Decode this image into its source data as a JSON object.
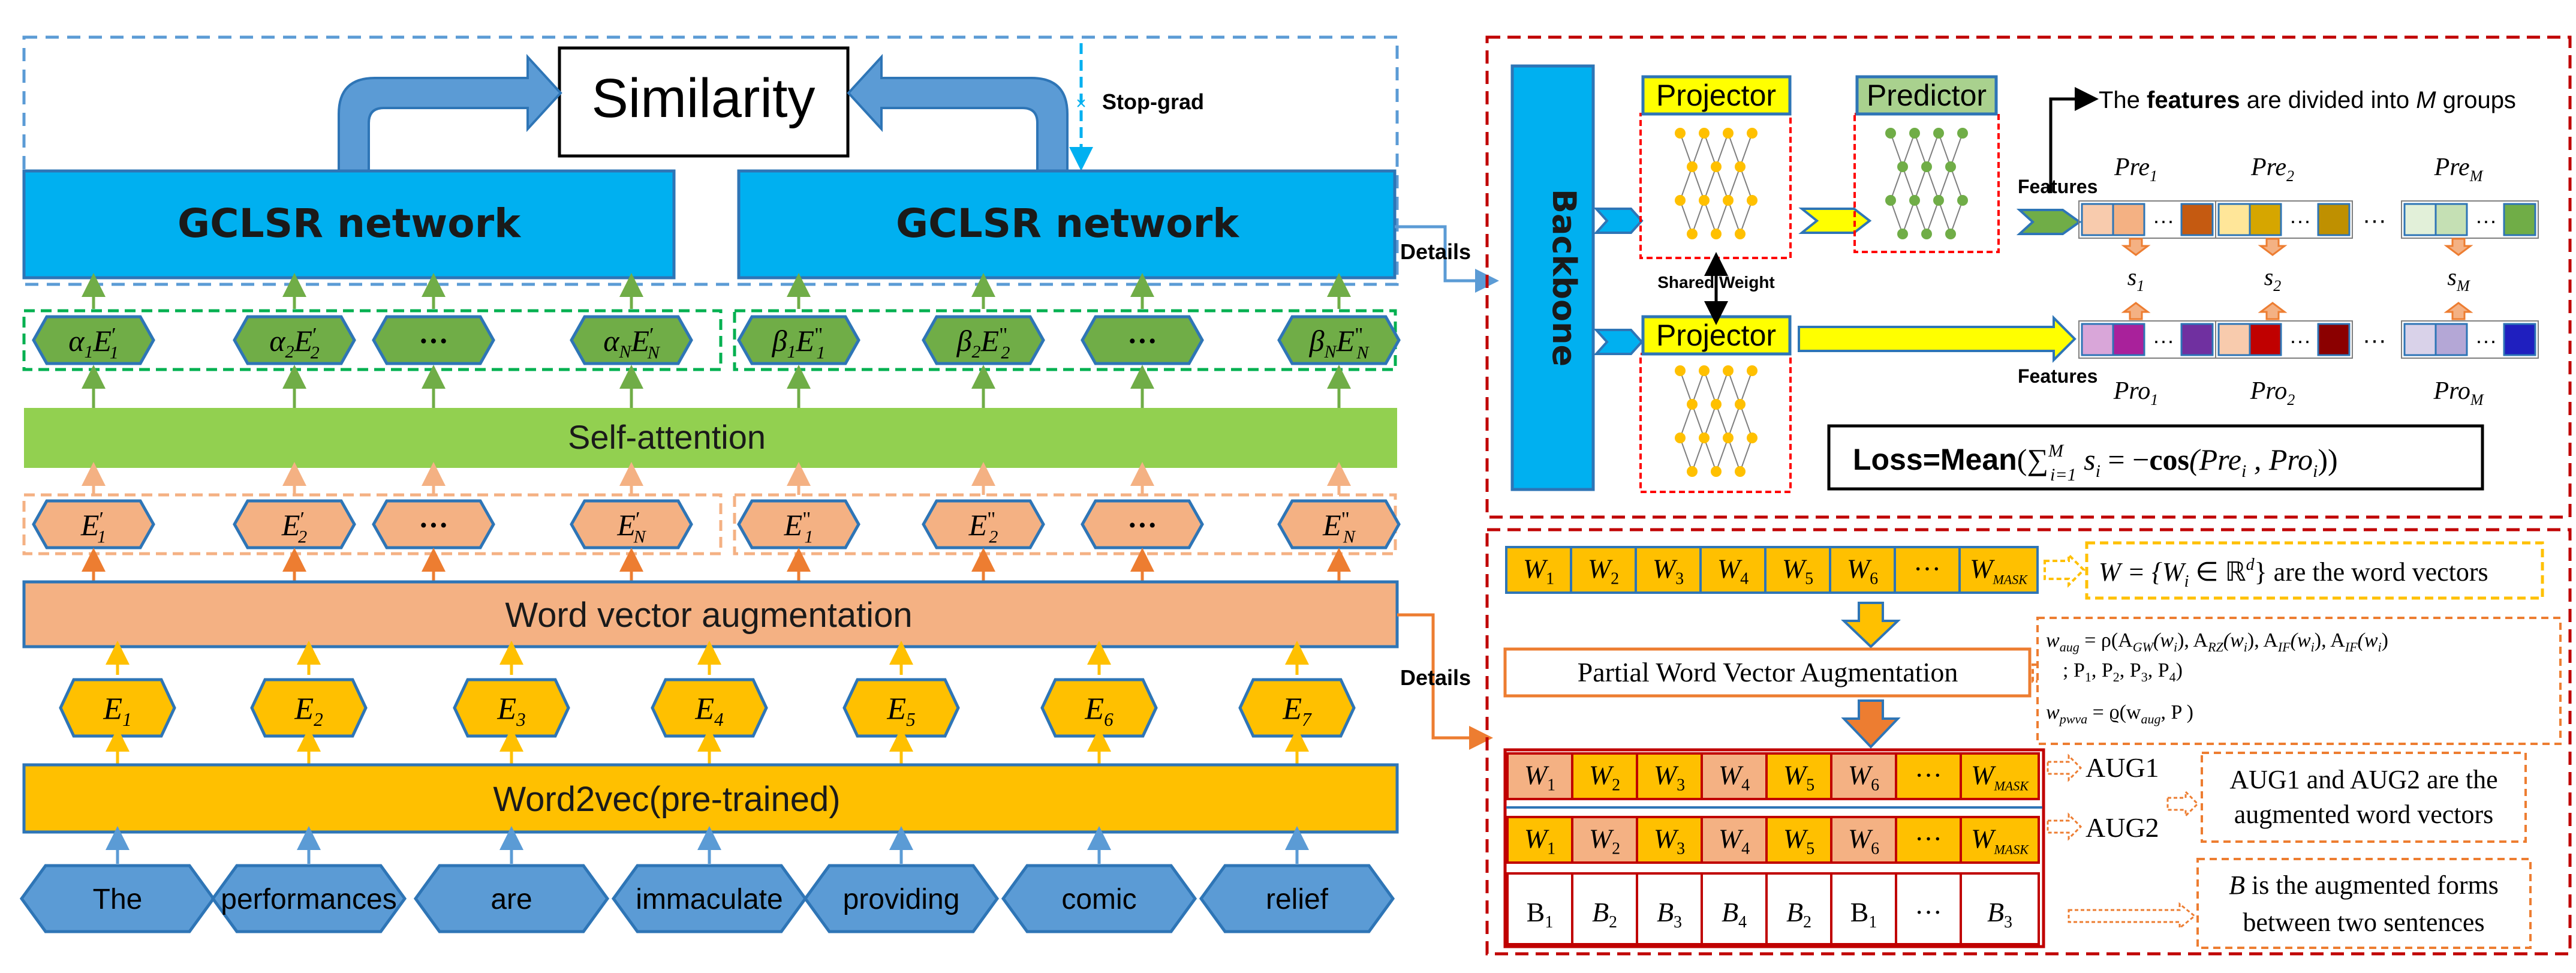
{
  "left": {
    "similarity": "Similarity",
    "stop_grad": "Stop-grad",
    "gclsr_left": "GCLSR network",
    "gclsr_right": "GCLSR network",
    "details_top": "Details",
    "details_bottom": "Details",
    "alpha_row": [
      {
        "g": "α",
        "s": "1",
        "b": "E",
        "p": "′",
        "sub": "1"
      },
      {
        "g": "α",
        "s": "2",
        "b": "E",
        "p": "′",
        "sub": "2"
      },
      {
        "dots": "···"
      },
      {
        "g": "α",
        "s": "N",
        "b": "E",
        "p": "′",
        "sub": "N"
      }
    ],
    "beta_row": [
      {
        "g": "β",
        "s": "1",
        "b": "E",
        "p": "\"",
        "sub": "1"
      },
      {
        "g": "β",
        "s": "2",
        "b": "E",
        "p": "\"",
        "sub": "2"
      },
      {
        "dots": "···"
      },
      {
        "g": "β",
        "s": "N",
        "b": "E",
        "p": "\"",
        "sub": "N"
      }
    ],
    "self_attention": "Self-attention",
    "eprime_row": [
      {
        "b": "E",
        "p": "′",
        "sub": "1"
      },
      {
        "b": "E",
        "p": "′",
        "sub": "2"
      },
      {
        "dots": "···"
      },
      {
        "b": "E",
        "p": "′",
        "sub": "N"
      }
    ],
    "edouble_row": [
      {
        "b": "E",
        "p": "\"",
        "sub": "1"
      },
      {
        "b": "E",
        "p": "\"",
        "sub": "2"
      },
      {
        "dots": "···"
      },
      {
        "b": "E",
        "p": "\"",
        "sub": "N"
      }
    ],
    "word_vector_aug": "Word vector augmentation",
    "e_row": [
      {
        "b": "E",
        "sub": "1"
      },
      {
        "b": "E",
        "sub": "2"
      },
      {
        "b": "E",
        "sub": "3"
      },
      {
        "b": "E",
        "sub": "4"
      },
      {
        "b": "E",
        "sub": "5"
      },
      {
        "b": "E",
        "sub": "6"
      },
      {
        "b": "E",
        "sub": "7"
      }
    ],
    "word2vec": "Word2vec(pre-trained)",
    "words": [
      "The",
      "performances",
      "are",
      "immaculate",
      "providing",
      "comic",
      "relief"
    ]
  },
  "top_right": {
    "backbone": "Backbone",
    "projector_top": "Projector",
    "projector_bottom": "Projector",
    "predictor": "Predictor",
    "shared_weight": "Shared Weight",
    "features_top": "Features",
    "features_bottom": "Features",
    "groups_pre": "The ",
    "groups_bold": "features",
    "groups_mid": " are divided into ",
    "groups_m": "M",
    "groups_post": " groups",
    "pre_labels": [
      {
        "b": "Pre",
        "sub": "1"
      },
      {
        "b": "Pre",
        "sub": "2"
      },
      {
        "b": "Pre",
        "sub": "M"
      }
    ],
    "pro_labels": [
      {
        "b": "Pro",
        "sub": "1"
      },
      {
        "b": "Pro",
        "sub": "2"
      },
      {
        "b": "Pro",
        "sub": "M"
      }
    ],
    "s_labels": [
      {
        "b": "s",
        "sub": "1"
      },
      {
        "b": "s",
        "sub": "2"
      },
      {
        "b": "s",
        "sub": "M"
      }
    ],
    "ellipsis": "···",
    "loss_bold": "Loss=Mean",
    "loss_sum_open": "(∑",
    "loss_sum_sub": "i=1",
    "loss_sum_sup": "M",
    "loss_s": " s",
    "loss_s_sub": "i",
    "loss_eq": " = −",
    "loss_cos": "cos",
    "loss_args": "(Pre",
    "loss_args_sub": "i",
    "loss_args_mid": " , Pro",
    "loss_args_sub2": "i",
    "loss_close": "))"
  },
  "bottom_right": {
    "w_row": [
      {
        "b": "W",
        "sub": "1"
      },
      {
        "b": "W",
        "sub": "2"
      },
      {
        "b": "W",
        "sub": "3"
      },
      {
        "b": "W",
        "sub": "4"
      },
      {
        "b": "W",
        "sub": "5"
      },
      {
        "b": "W",
        "sub": "6"
      },
      {
        "dots": "···"
      },
      {
        "b": "W",
        "sub": "MASK"
      }
    ],
    "w_def": "W = {W",
    "w_def_sub": "i",
    "w_def_in": " ∈ ℝ",
    "w_def_sup": "d",
    "w_def_post": "} are the word vectors",
    "pwva": "Partial Word Vector Augmentation",
    "waug_line1": "w",
    "waug_line1_sub": "aug",
    "waug_line1_rest": " = ρ(A",
    "waug_gw": "GW",
    "waug_r1": "(w",
    "waug_i1": "i",
    "waug_r2": "), A",
    "waug_rz": "RZ",
    "waug_r3": "(w",
    "waug_i2": "i",
    "waug_r4": "), A",
    "waug_if": "IF",
    "waug_r5": "(w",
    "waug_i3": "i",
    "waug_r6": "),  A",
    "waug_if2": "IF",
    "waug_r7": "(w",
    "waug_i4": "i",
    "waug_r8": ")",
    "waug_line2": "; P",
    "waug_p1": "1",
    "waug_p2pre": ", P",
    "waug_p2": "2",
    "waug_p3pre": ", P",
    "waug_p3": "3",
    "waug_p4pre": ", P",
    "waug_p4": "4",
    "waug_end": ")",
    "wpwva": "w",
    "wpwva_sub": "pwva",
    "wpwva_rest": " = ϱ(w",
    "wpwva_aug": "aug",
    "wpwva_end": ", P )",
    "aug1_row": [
      {
        "b": "W",
        "sub": "1"
      },
      {
        "b": "W",
        "sub": "2"
      },
      {
        "b": "W",
        "sub": "3"
      },
      {
        "b": "W",
        "sub": "4"
      },
      {
        "b": "W",
        "sub": "5"
      },
      {
        "b": "W",
        "sub": "6"
      },
      {
        "dots": "···"
      },
      {
        "b": "W",
        "sub": "MASK"
      }
    ],
    "aug2_row": [
      {
        "b": "W",
        "sub": "1"
      },
      {
        "b": "W",
        "sub": "2"
      },
      {
        "b": "W",
        "sub": "3"
      },
      {
        "b": "W",
        "sub": "4"
      },
      {
        "b": "W",
        "sub": "5"
      },
      {
        "b": "W",
        "sub": "6"
      },
      {
        "dots": "···"
      },
      {
        "b": "W",
        "sub": "MASK"
      }
    ],
    "b_row": [
      {
        "b": "B",
        "sub": "1",
        "roman": true
      },
      {
        "b": "B",
        "sub": "2"
      },
      {
        "b": "B",
        "sub": "3"
      },
      {
        "b": "B",
        "sub": "4"
      },
      {
        "b": "B",
        "sub": "2"
      },
      {
        "b": "B",
        "sub": "1",
        "roman": true
      },
      {
        "dots": "···"
      },
      {
        "b": "B",
        "sub": "3"
      }
    ],
    "aug1": "AUG1",
    "aug2": "AUG2",
    "aug_desc_1": "AUG1 and AUG2 are the",
    "aug_desc_2": "augmented word vectors",
    "b_desc_1": "B",
    "b_desc_1b": " is the augmented forms",
    "b_desc_2": "between two sentences"
  },
  "colors": {
    "blue": "#00B0F0",
    "blue_stroke": "#2E75B6",
    "green": "#70AD47",
    "green_light": "#92D050",
    "orange": "#F4B183",
    "orange_dark": "#ED7D31",
    "yellow": "#FFC000",
    "yellow_bright": "#FFFF00",
    "word_blue": "#5B9BD5",
    "red_dashed": "#C00000"
  }
}
